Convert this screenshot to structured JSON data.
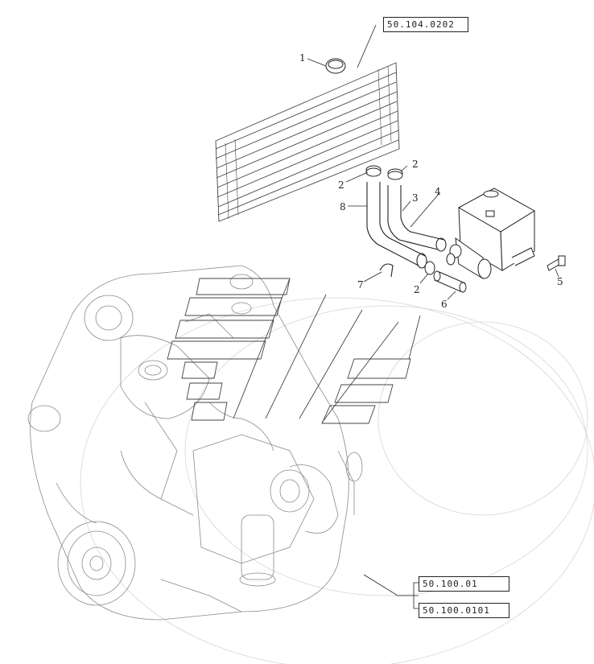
{
  "references": {
    "top": "50.104.0202",
    "bottom_1": "50.100.01",
    "bottom_2": "50.100.0101"
  },
  "callouts": [
    {
      "id": "c1",
      "label": "1"
    },
    {
      "id": "c2a",
      "label": "2"
    },
    {
      "id": "c2b",
      "label": "2"
    },
    {
      "id": "c8",
      "label": "8"
    },
    {
      "id": "c3",
      "label": "3"
    },
    {
      "id": "c4",
      "label": "4"
    },
    {
      "id": "c7",
      "label": "7"
    },
    {
      "id": "c2c",
      "label": "2"
    },
    {
      "id": "c6",
      "label": "6"
    },
    {
      "id": "c5",
      "label": "5"
    }
  ],
  "colors": {
    "line": "#222222",
    "faint": "#8a8a8a",
    "ghost": "#c4c4c4"
  },
  "logo": "stylized CNH-like hatched emblem drawn over engine (watermark)"
}
